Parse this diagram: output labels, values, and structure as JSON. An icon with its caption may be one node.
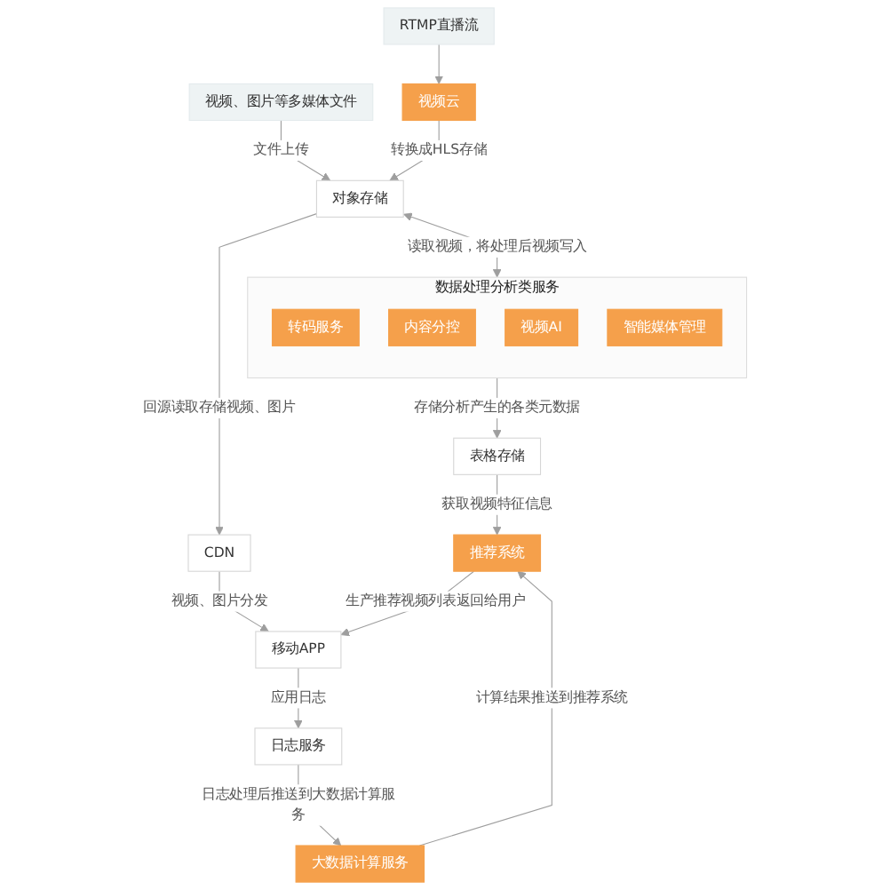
{
  "diagram": {
    "nodes": [
      {
        "text": [
          "视频、图片等多媒体文件"
        ]
      },
      {
        "text": [
          "RTMP直播流"
        ]
      },
      {
        "text": [
          "CDN"
        ]
      },
      {
        "text": [
          "移动APP"
        ]
      },
      {
        "text": [
          "视频云"
        ]
      },
      {
        "text": [
          "对象存储"
        ]
      },
      {
        "text": [
          "日志服务"
        ]
      },
      {
        "text": [
          "推荐系统"
        ]
      },
      {
        "text": [
          "大数据计算服务"
        ]
      },
      {
        "text": [
          "数据处理分析类服务"
        ]
      },
      {
        "text": [
          "转码服务"
        ],
        "in": 9
      },
      {
        "text": [
          "内容分控"
        ],
        "in": 9
      },
      {
        "text": [
          "视频AI"
        ],
        "in": 9
      },
      {
        "text": [
          "智能媒体管理"
        ],
        "in": 9
      },
      {
        "text": [
          "表格存储"
        ]
      }
    ],
    "edges": [
      {
        "from": 0,
        "to": 5,
        "arrow": "to",
        "label": "文件上传"
      },
      {
        "from": 1,
        "to": 4,
        "arrow": "to"
      },
      {
        "from": 4,
        "to": 5,
        "arrow": "to",
        "label": "转换成HLS存储"
      },
      {
        "from": 5,
        "to": 2,
        "arrow": "to",
        "label": "回源读取存储视频、图片"
      },
      {
        "from": 2,
        "to": 3,
        "arrow": "to",
        "label": "视频、图片分发"
      },
      {
        "from": 3,
        "to": 6,
        "arrow": "to",
        "label": "应用日志"
      },
      {
        "from": 6,
        "to": 8,
        "arrow": "to",
        "label": "日志处理后推送到大数据计算服务"
      },
      {
        "from": 8,
        "to": 7,
        "arrow": "to",
        "label": "计算结果推送到推荐系统"
      },
      {
        "from": 7,
        "to": 3,
        "arrow": "to",
        "label": "生产推荐视频列表返回给用户"
      },
      {
        "from": 5,
        "to": 9,
        "arrow": "both",
        "label": "读取视频，将处理后视频写入"
      },
      {
        "from": 9,
        "to": 14,
        "arrow": "to",
        "label": "存储分析产生的各类元数据"
      },
      {
        "from": 14,
        "to": 7,
        "arrow": "to",
        "label": "获取视频特征信息"
      }
    ]
  }
}
